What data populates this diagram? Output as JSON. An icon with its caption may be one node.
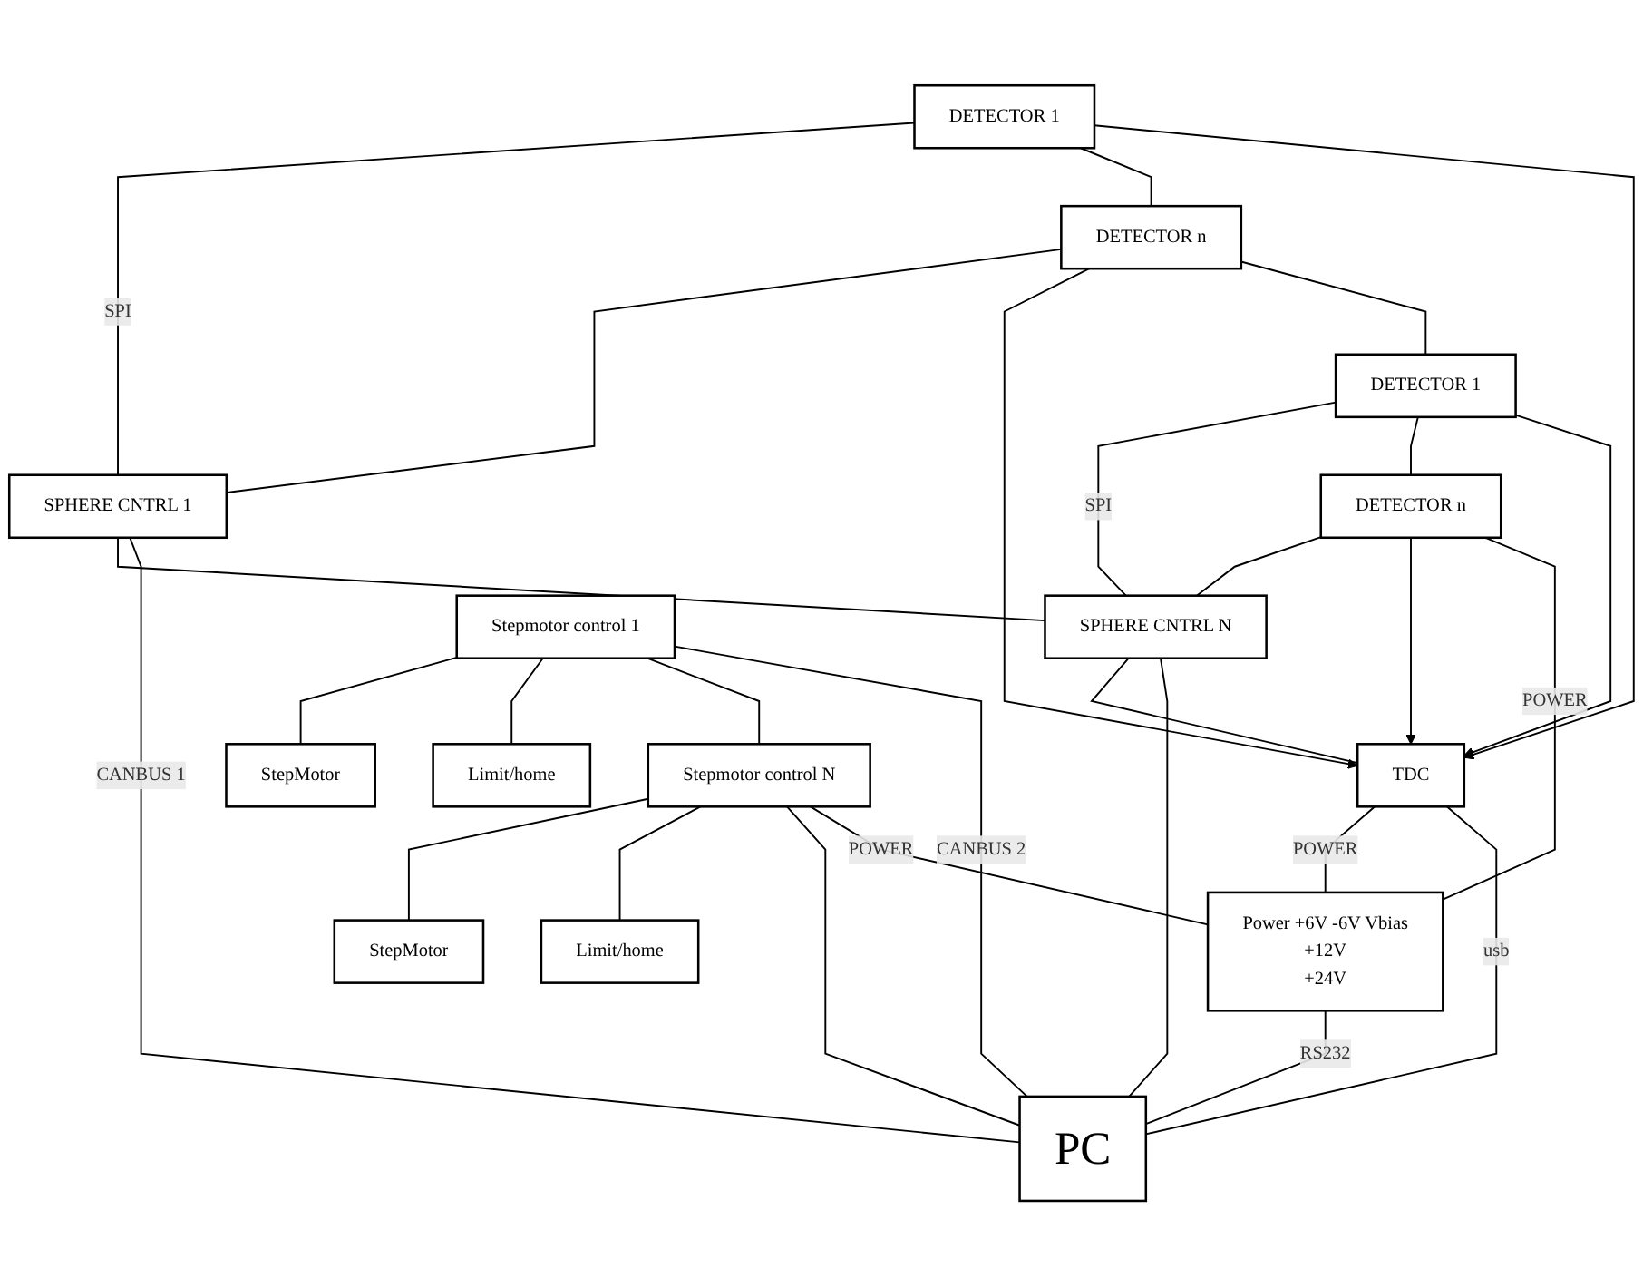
{
  "diagram": {
    "nodes": [
      {
        "text": [
          "DETECTOR 1"
        ]
      },
      {
        "text": [
          "SPHERE CNTRL 1"
        ]
      },
      {
        "text": [
          "DETECTOR n"
        ]
      },
      {
        "text": [
          "DETECTOR 1"
        ]
      },
      {
        "text": [
          "SPHERE CNTRL N"
        ]
      },
      {
        "text": [
          "DETECTOR n"
        ]
      },
      {
        "text": [
          "TDC"
        ]
      },
      {
        "text": [
          "Stepmotor control 1"
        ]
      },
      {
        "text": [
          "StepMotor"
        ]
      },
      {
        "text": [
          "Limit/home"
        ]
      },
      {
        "text": [
          "Stepmotor control N"
        ]
      },
      {
        "text": [
          "StepMotor"
        ]
      },
      {
        "text": [
          "Limit/home"
        ]
      },
      {
        "text": [
          "Power +6V -6V Vbias",
          "+12V",
          "+24V"
        ]
      },
      {
        "text": [
          "PC"
        ]
      }
    ],
    "edges": [
      {
        "from": 0,
        "to": 1,
        "arrow": "none",
        "label": "SPI"
      },
      {
        "from": 2,
        "to": 1,
        "arrow": "none"
      },
      {
        "from": 0,
        "to": 2,
        "arrow": "none"
      },
      {
        "from": 0,
        "to": 6,
        "arrow": "to"
      },
      {
        "from": 2,
        "to": 6,
        "arrow": "to"
      },
      {
        "from": 1,
        "to": 4,
        "arrow": "none"
      },
      {
        "from": 2,
        "to": 3,
        "arrow": "none"
      },
      {
        "from": 3,
        "to": 4,
        "arrow": "none",
        "label": "SPI"
      },
      {
        "from": 5,
        "to": 4,
        "arrow": "none"
      },
      {
        "from": 3,
        "to": 5,
        "arrow": "none"
      },
      {
        "from": 3,
        "to": 6,
        "arrow": "to"
      },
      {
        "from": 5,
        "to": 6,
        "arrow": "to"
      },
      {
        "from": 4,
        "to": 6,
        "arrow": "none"
      },
      {
        "from": 1,
        "to": 14,
        "arrow": "none",
        "label": "CANBUS 1"
      },
      {
        "from": 4,
        "to": 14,
        "arrow": "none"
      },
      {
        "from": 7,
        "to": 8,
        "arrow": "none"
      },
      {
        "from": 7,
        "to": 9,
        "arrow": "none"
      },
      {
        "from": 7,
        "to": 10,
        "arrow": "none"
      },
      {
        "from": 10,
        "to": 11,
        "arrow": "none"
      },
      {
        "from": 10,
        "to": 12,
        "arrow": "none"
      },
      {
        "from": 7,
        "to": 14,
        "arrow": "none",
        "label": "CANBUS 2"
      },
      {
        "from": 10,
        "to": 14,
        "arrow": "none"
      },
      {
        "from": 5,
        "to": 13,
        "arrow": "none",
        "label": "POWER"
      },
      {
        "from": 6,
        "to": 13,
        "arrow": "none",
        "label": "POWER"
      },
      {
        "from": 10,
        "to": 13,
        "arrow": "none",
        "label": "POWER"
      },
      {
        "from": 13,
        "to": 14,
        "arrow": "none",
        "label": "RS232"
      },
      {
        "from": 6,
        "to": 14,
        "arrow": "none",
        "label": "usb"
      }
    ]
  }
}
